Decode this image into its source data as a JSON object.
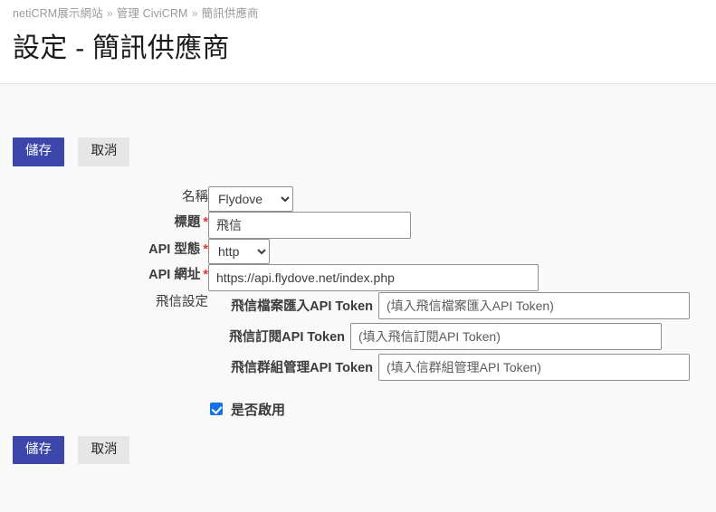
{
  "breadcrumb": {
    "items": [
      {
        "label": "netiCRM展示網站",
        "link": true
      },
      {
        "label": "管理 CiviCRM",
        "link": true
      },
      {
        "label": "簡訊供應商",
        "link": false
      }
    ],
    "separator": "»"
  },
  "header": {
    "title": "設定 - 簡訊供應商"
  },
  "toolbar": {
    "save_label": "儲存",
    "cancel_label": "取消"
  },
  "colors": {
    "primary_button": "#3c46ab",
    "default_button": "#e6e6e6",
    "required_asterisk": "#e8342c",
    "checkbox_checked": "#1673e6",
    "body_background": "#f9f9f9",
    "input_border": "#8f8f8f"
  },
  "form": {
    "fields": {
      "name": {
        "label": "名稱",
        "required": false,
        "type": "select",
        "value": "Flydove",
        "options": [
          "Flydove"
        ]
      },
      "title": {
        "label": "標題",
        "required": true,
        "required_mark": "*",
        "type": "text",
        "value": "飛信",
        "placeholder": ""
      },
      "api_type": {
        "label": "API 型態",
        "required": true,
        "required_mark": "*",
        "type": "select",
        "value": "http",
        "options": [
          "http"
        ]
      },
      "api_url": {
        "label": "API 網址",
        "required": true,
        "required_mark": "*",
        "type": "text",
        "value": "https://api.flydove.net/index.php",
        "placeholder": ""
      },
      "flydove_settings": {
        "label": "飛信設定",
        "required": false,
        "rows": [
          {
            "label": "飛信檔案匯入API Token",
            "value": "",
            "placeholder": "(填入飛信檔案匯入API Token)"
          },
          {
            "label": "飛信訂閱API Token",
            "value": "",
            "placeholder": "(填入飛信訂閱API Token)"
          },
          {
            "label": "飛信群組管理API Token",
            "value": "",
            "placeholder": "(填入信群組管理API Token)"
          }
        ],
        "checkbox": {
          "label": "是否啟用",
          "checked": true
        }
      }
    }
  }
}
